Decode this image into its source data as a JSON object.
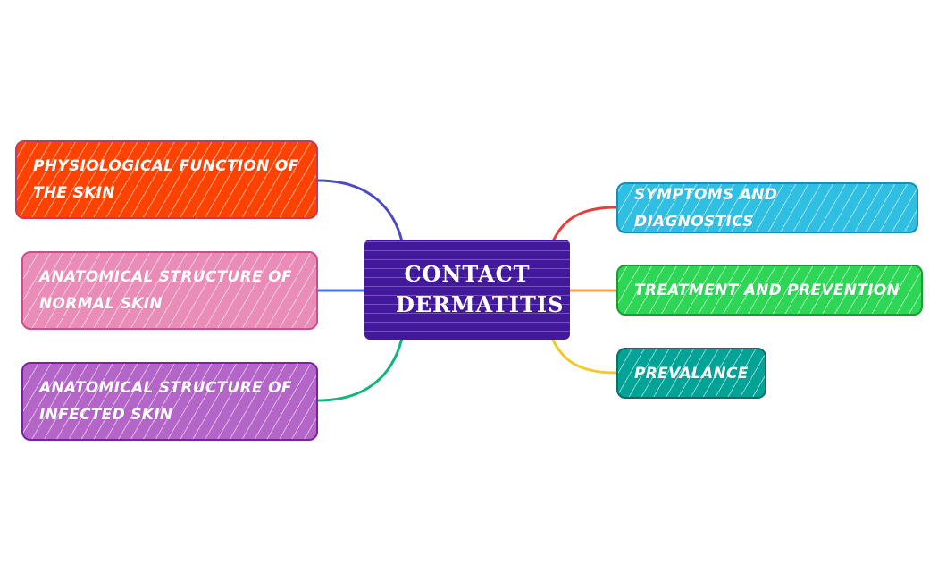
{
  "central": {
    "title": "CONTACT DERMATITIS",
    "color": "#43199c"
  },
  "left_topics": [
    {
      "label": "Physiological function of the skin",
      "fill": "#ff4200",
      "border": "#c8385a",
      "connector": "#4b4bc8"
    },
    {
      "label": "Anatomical structure of normal skin",
      "fill": "#ea8cb8",
      "border": "#d44a8a",
      "connector": "#4a6ee0"
    },
    {
      "label": "Anatomical structure of infected skin",
      "fill": "#b466c8",
      "border": "#7a22a4",
      "connector": "#10b67a"
    }
  ],
  "right_topics": [
    {
      "label": "Symptoms and diagnostics",
      "fill": "#2ebfe3",
      "border": "#1590b8",
      "connector": "#ee3a3a"
    },
    {
      "label": "Treatment and prevention",
      "fill": "#2ed656",
      "border": "#1a9e30",
      "connector": "#f5a050"
    },
    {
      "label": "Prevalance",
      "fill": "#00a396",
      "border": "#0c6e68",
      "connector": "#f5c825"
    }
  ]
}
